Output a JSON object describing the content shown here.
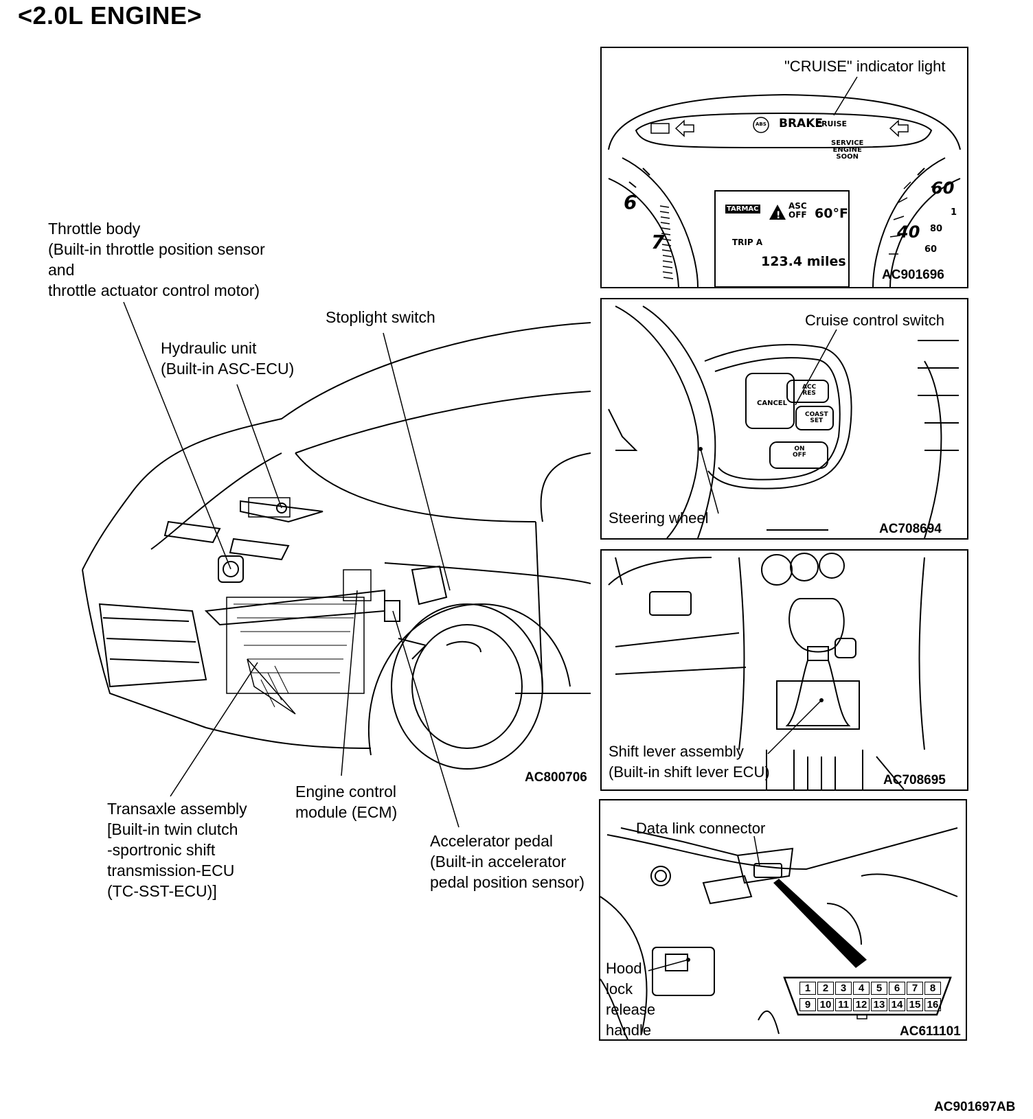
{
  "title": "<2.0L ENGINE>",
  "figure_code": "AC901697AB",
  "main_view": {
    "code": "AC800706",
    "labels": {
      "throttle_body": "Throttle body\n(Built-in throttle position sensor\nand\nthrottle actuator control motor)",
      "hydraulic_unit": "Hydraulic unit\n(Built-in ASC-ECU)",
      "stoplight_switch": "Stoplight switch",
      "transaxle": "Transaxle assembly\n[Built-in twin clutch\n-sportronic shift\ntransmission-ECU\n(TC-SST-ECU)]",
      "ecm": "Engine control\nmodule (ECM)",
      "accelerator": "Accelerator pedal\n(Built-in accelerator\npedal position sensor)"
    }
  },
  "panels": {
    "cluster": {
      "code": "AC901696",
      "label": "\"CRUISE\" indicator light",
      "indicators": {
        "abs": "ABS",
        "brake": "BRAKE",
        "cruise": "CRUISE",
        "service": "SERVICE\nENGINE\nSOON"
      },
      "display": {
        "mode": "TARMAC",
        "asc": "ASC\nOFF",
        "temp": "60°F",
        "trip": "TRIP A",
        "distance": "123.4 miles"
      },
      "tach_numbers": [
        "6",
        "7"
      ],
      "speed_numbers": [
        "60",
        "40",
        "1",
        "80",
        "60"
      ]
    },
    "steering": {
      "code": "AC708694",
      "label_switch": "Cruise control switch",
      "label_wheel": "Steering wheel",
      "buttons": {
        "cancel": "CANCEL",
        "acc_res": "ACC\nRES",
        "coast_set": "COAST\nSET",
        "on_off": "ON\nOFF"
      }
    },
    "shift": {
      "code": "AC708695",
      "label": "Shift lever assembly\n(Built-in shift lever ECU)"
    },
    "dlc": {
      "code": "AC611101",
      "label_connector": "Data link connector",
      "label_hood": "Hood\nlock\nrelease\nhandle",
      "pins_top": [
        "1",
        "2",
        "3",
        "4",
        "5",
        "6",
        "7",
        "8"
      ],
      "pins_bottom": [
        "9",
        "10",
        "11",
        "12",
        "13",
        "14",
        "15",
        "16"
      ]
    }
  }
}
